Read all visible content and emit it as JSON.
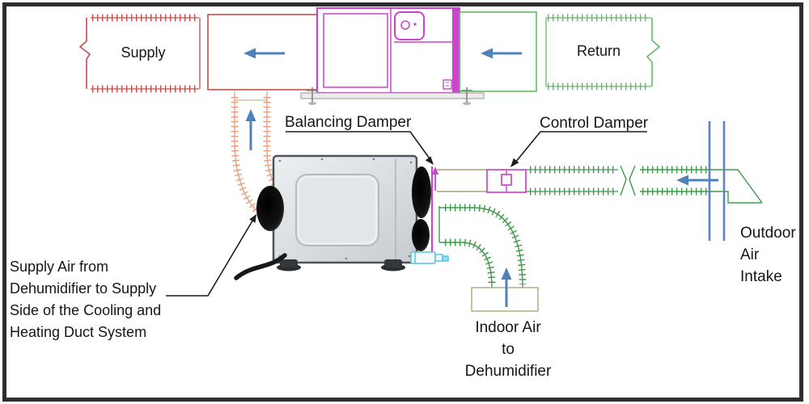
{
  "labels": {
    "supply": "Supply",
    "return": "Return",
    "balancing_damper": "Balancing Damper",
    "control_damper": "Control Damper",
    "supply_air_note": {
      "l1": "Supply Air from",
      "l2": "Dehumidifier to Supply",
      "l3": "Side of the Cooling and",
      "l4": "Heating Duct System"
    },
    "indoor_air": {
      "l1": "Indoor Air",
      "l2": "to",
      "l3": "Dehumidifier"
    },
    "outdoor_air": {
      "l1": "Outdoor",
      "l2": "Air",
      "l3": "Intake"
    }
  },
  "colors": {
    "supply_duct": "#c0504d",
    "supply_flex_duct": "#e89c7e",
    "air_handler": "#cc44cc",
    "return_duct": "#63bb63",
    "green_duct": "#3e9c49",
    "metal_duct": "#a5a474",
    "grille": "#a8a878",
    "airflow_arrow": "#4f81bd",
    "wall": "#5b84c0",
    "leader_line": "#1c1c1c",
    "frame_border": "#2e2e2e"
  }
}
